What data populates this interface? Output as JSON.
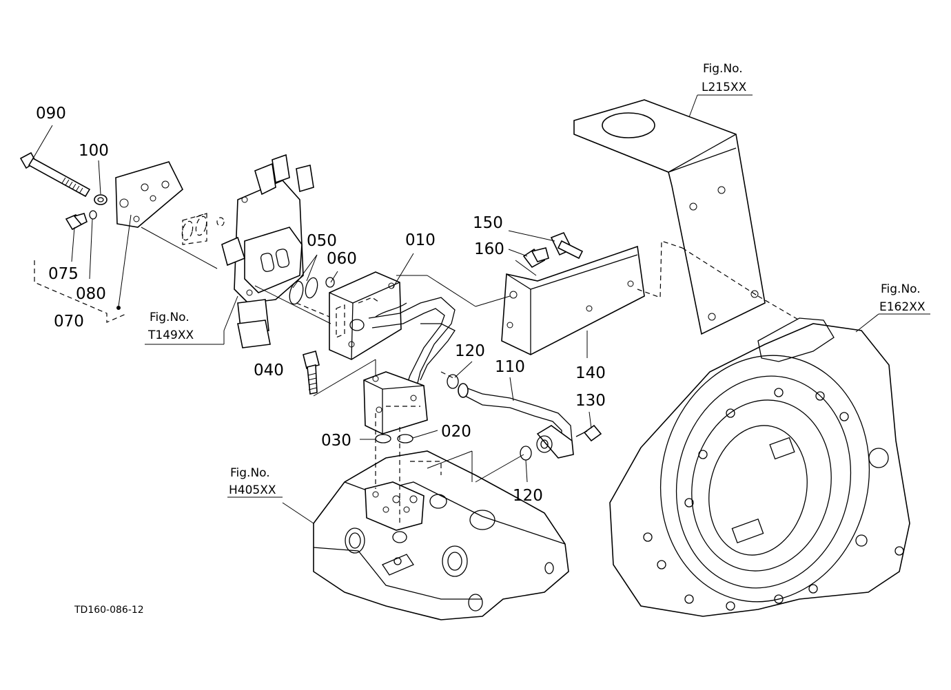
{
  "diagram": {
    "part_labels": [
      "090",
      "100",
      "075",
      "080",
      "070",
      "050",
      "060",
      "010",
      "150",
      "160",
      "040",
      "120",
      "110",
      "140",
      "130",
      "030",
      "020",
      "120"
    ],
    "figure_refs": [
      {
        "line1": "Fig.No.",
        "line2": "L215XX"
      },
      {
        "line1": "Fig.No.",
        "line2": "E162XX"
      },
      {
        "line1": "Fig.No.",
        "line2": "T149XX"
      },
      {
        "line1": "Fig.No.",
        "line2": "H405XX"
      }
    ],
    "drawing_code": "TD160-086-12"
  }
}
